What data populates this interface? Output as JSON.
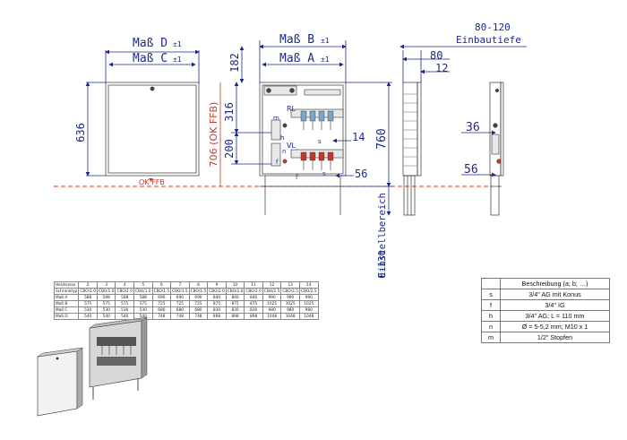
{
  "dimensions": {
    "mass_d": "Maß D",
    "mass_c": "Maß C",
    "mass_b": "Maß B",
    "mass_a": "Maß A",
    "tolerance": "±1",
    "height_636": "636",
    "height_706": "706 (OK FFB)",
    "dim_182": "182",
    "dim_316": "316",
    "dim_200": "200",
    "dim_14": "14",
    "dim_760": "760",
    "dim_56": "56",
    "depth_range": "80-120",
    "depth_label": "Einbautiefe",
    "dim_80": "80",
    "dim_12": "12",
    "dim_36": "36",
    "dim_56_side": "56",
    "adjust_range": "0-130",
    "adjust_label": "Einstellbereich"
  },
  "floor_label": "OK FFB",
  "part_labels": {
    "rl": "RL",
    "vl": "VL",
    "m": "m",
    "h": "h",
    "n": "n",
    "f": "f",
    "s": "s"
  },
  "spec_table": {
    "header_label": "Heizkreise",
    "type_label": "Schranktyp",
    "circuits": [
      "2",
      "3",
      "4",
      "5",
      "6",
      "7",
      "8",
      "9",
      "10",
      "11",
      "12",
      "13",
      "14"
    ],
    "types": [
      "CBO/1.0",
      "CBO/1.0",
      "CBO/1.0",
      "CBO/1.0",
      "CBO/1.5",
      "CBO/1.5",
      "CBO/1.5",
      "CBO/2.0",
      "CBO/2.0",
      "CBO/2.0",
      "CBO/2.5",
      "CBO/2.5",
      "CBO/2.5"
    ],
    "rows": [
      {
        "label": "Maß A",
        "values": [
          "588",
          "588",
          "588",
          "588",
          "690",
          "690",
          "690",
          "840",
          "840",
          "840",
          "990",
          "990",
          "990"
        ]
      },
      {
        "label": "Maß B",
        "values": [
          "575",
          "575",
          "575",
          "575",
          "725",
          "725",
          "725",
          "875",
          "875",
          "875",
          "1025",
          "1025",
          "1025"
        ]
      },
      {
        "label": "Maß C",
        "values": [
          "530",
          "530",
          "530",
          "530",
          "680",
          "680",
          "680",
          "830",
          "830",
          "830",
          "980",
          "980",
          "980"
        ]
      },
      {
        "label": "Maß D",
        "values": [
          "540",
          "540",
          "540",
          "540",
          "748",
          "748",
          "748",
          "898",
          "898",
          "898",
          "1048",
          "1048",
          "1048"
        ]
      }
    ]
  },
  "legend": {
    "title": "Beschreibung (a; b; …)",
    "items": [
      {
        "key": "s",
        "text": "3/4\" AG mit Konus"
      },
      {
        "key": "f",
        "text": "3/4\" IG"
      },
      {
        "key": "h",
        "text": "3/4\" AG; L = 110 mm"
      },
      {
        "key": "n",
        "text": "Ø = 5-5,2 mm; M10 x 1"
      },
      {
        "key": "m",
        "text": "1/2\" Stopfen"
      }
    ]
  }
}
